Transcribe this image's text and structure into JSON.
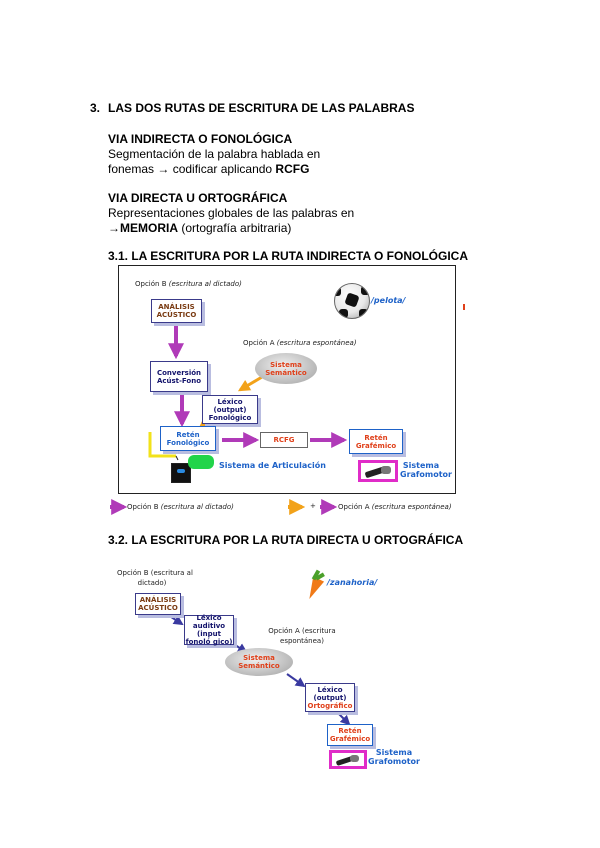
{
  "section3": {
    "number": "3.",
    "title": "LAS DOS RUTAS DE ESCRITURA DE LAS PALABRAS",
    "indirect_heading": "VIA INDIRECTA O FONOLÓGICA",
    "indirect_line1": "Segmentación de la palabra hablada en",
    "indirect_line2_prefix": "fonemas → codificar aplicando ",
    "indirect_line2_bold": "RCFG",
    "direct_heading": "VIA DIRECTA U ORTOGRÁFICA",
    "direct_line1": "Representaciones globales de las palabras en",
    "direct_line2_bold": "→MEMORIA",
    "direct_line2_suffix": " (ortografía arbitraria)"
  },
  "section31": {
    "title": "3.1. LA ESCRITURA POR LA RUTA INDIRECTA O FONOLÓGICA",
    "diagram": {
      "optB_prefix": "Opción B ",
      "optB_italic": "(escritura al dictado)",
      "word": "/pelota/",
      "analisis": "ANÁLISIS ACÚSTICO",
      "optA_prefix": "Opción A ",
      "optA_italic": "(escritura espontánea)",
      "sistema_semantico": "Sistema Semántico",
      "conversion": "Conversión Acúst-Fono",
      "lexico_l1": "Léxico",
      "lexico_l2": "(output)",
      "lexico_l3": "Fonológico",
      "reten_fono": "Retén Fonológico",
      "rcfg": "RCFG",
      "reten_graf": "Retén Grafémico",
      "sistema_art": "Sistema de Articulación",
      "sistema_graf": "Sistema Grafomotor"
    },
    "legend": {
      "optB_prefix": "Opción B ",
      "optB_italic": "(escritura al dictado)",
      "plus": "+",
      "optA_prefix": "Opción A ",
      "optA_italic": "(escritura espontánea)"
    }
  },
  "section32": {
    "title": "3.2. LA ESCRITURA POR LA RUTA DIRECTA U ORTOGRÁFICA",
    "diagram": {
      "optB_l1": "Opción B (escritura al",
      "optB_l2": "dictado)",
      "word": "/zanahoria/",
      "analisis": "ANÁLISIS ACÚSTICO",
      "lexico_aud": "Léxico auditivo (input fonoló gico)",
      "optA_l1": "Opción A (escritura",
      "optA_l2": "espontánea)",
      "sistema_semantico": "Sistema Semántico",
      "lexico_out_l1": "Léxico",
      "lexico_out_l2": "(output)",
      "lexico_out_l3": "Ortográfico",
      "reten_graf": "Retén Grafémico",
      "sistema_graf": "Sistema Grafomotor"
    }
  },
  "colors": {
    "magenta_arrow": "#b03ab8",
    "blue_arrow": "#3a3aa0",
    "orange_arrow": "#f2a21a",
    "accent_red": "#e0401a",
    "label_blue": "#1e62c8"
  }
}
